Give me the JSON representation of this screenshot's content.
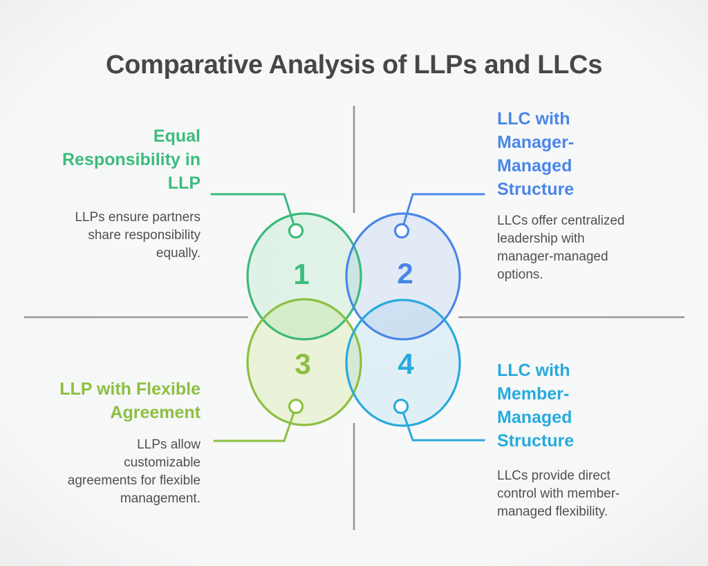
{
  "title": "Comparative Analysis of LLPs and LLCs",
  "sections": [
    {
      "number": "1",
      "heading_lines": [
        "Equal",
        "Responsibility in",
        "LLP"
      ],
      "body_lines": [
        "LLPs ensure partners",
        "share responsibility",
        "equally."
      ],
      "accent": "#3cbc7e"
    },
    {
      "number": "2",
      "heading_lines": [
        "LLC with",
        "Manager-",
        "Managed",
        "Structure"
      ],
      "body_lines": [
        "LLCs offer centralized",
        "leadership with",
        "manager-managed",
        "options."
      ],
      "accent": "#4a86e8"
    },
    {
      "number": "3",
      "heading_lines": [
        "LLP with Flexible",
        "Agreement"
      ],
      "body_lines": [
        "LLPs allow",
        "customizable",
        "agreements for flexible",
        "management."
      ],
      "accent": "#8cbf40"
    },
    {
      "number": "4",
      "heading_lines": [
        "LLC with",
        "Member-",
        "Managed",
        "Structure"
      ],
      "body_lines": [
        "LLCs provide direct",
        "control with member-",
        "managed flexibility."
      ],
      "accent": "#27aadd"
    }
  ],
  "colors": {
    "background": "#f7f8f8",
    "title_text": "#474747",
    "body_text": "#4f4f4f",
    "divider": "#979797",
    "circle1_stroke": "#3bb97a",
    "circle1_fill": "#e8f9ee",
    "circle2_stroke": "#4a86e8",
    "circle2_fill": "#e9f0fc",
    "circle3_stroke": "#8cbf40",
    "circle3_fill": "#f2f9dd",
    "circle4_stroke": "#29a9dd",
    "circle4_fill": "#e8f6fc"
  }
}
